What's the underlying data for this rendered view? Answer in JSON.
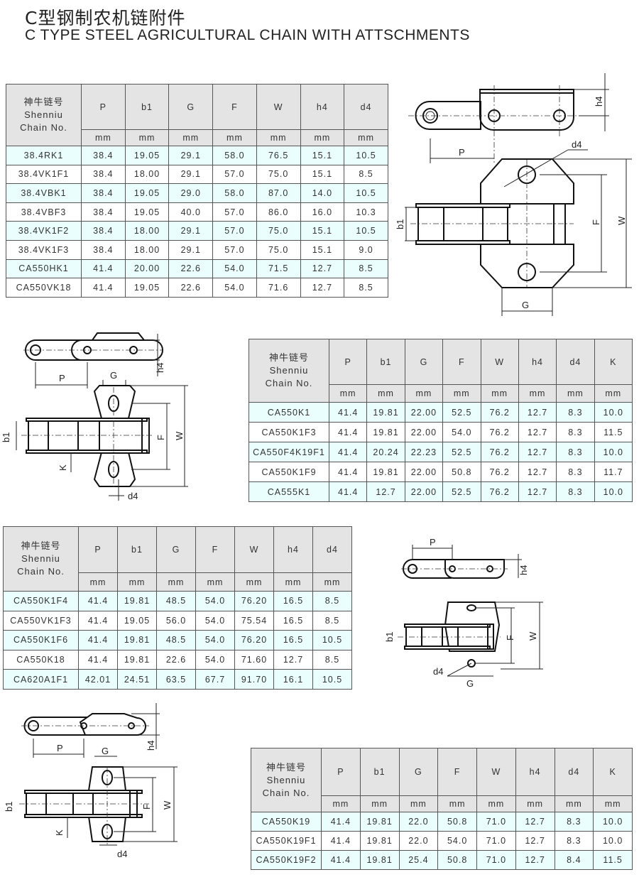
{
  "header": {
    "title_cn": "C型钢制农机链附件",
    "title_en": "C TYPE STEEL AGRICULTURAL CHAIN WITH ATTSCHMENTS"
  },
  "tables": [
    {
      "name_header": [
        "神牛链号",
        "Shenniu",
        "Chain No."
      ],
      "columns": [
        "P",
        "b1",
        "G",
        "F",
        "W",
        "h4",
        "d4"
      ],
      "unit": "mm",
      "rows": [
        [
          "38.4RK1",
          "38.4",
          "19.05",
          "29.1",
          "58.0",
          "76.5",
          "15.1",
          "10.5"
        ],
        [
          "38.4VK1F1",
          "38.4",
          "18.00",
          "29.1",
          "57.0",
          "75.0",
          "15.1",
          "8.5"
        ],
        [
          "38.4VBK1",
          "38.4",
          "19.05",
          "29.0",
          "58.0",
          "87.0",
          "14.0",
          "10.5"
        ],
        [
          "38.4VBF3",
          "38.4",
          "19.05",
          "40.0",
          "57.0",
          "86.0",
          "16.0",
          "10.3"
        ],
        [
          "38.4VK1F2",
          "38.4",
          "18.00",
          "29.1",
          "57.0",
          "75.0",
          "15.1",
          "10.5"
        ],
        [
          "38.4VK1F3",
          "38.4",
          "18.00",
          "29.1",
          "57.0",
          "75.0",
          "15.1",
          "9.0"
        ],
        [
          "CA550HK1",
          "41.4",
          "20.00",
          "22.6",
          "54.0",
          "71.5",
          "12.7",
          "8.5"
        ],
        [
          "CA550VK18",
          "41.4",
          "19.05",
          "22.6",
          "54.0",
          "71.6",
          "12.7",
          "8.5"
        ]
      ]
    },
    {
      "name_header": [
        "神牛链号",
        "Shenniu",
        "Chain No."
      ],
      "columns": [
        "P",
        "b1",
        "G",
        "F",
        "W",
        "h4",
        "d4",
        "K"
      ],
      "unit": "mm",
      "rows": [
        [
          "CA550K1",
          "41.4",
          "19.81",
          "22.00",
          "52.5",
          "76.2",
          "12.7",
          "8.3",
          "10.0"
        ],
        [
          "CA550K1F3",
          "41.4",
          "19.81",
          "22.00",
          "54.0",
          "76.2",
          "12.7",
          "8.3",
          "11.5"
        ],
        [
          "CA550F4K19F1",
          "41.4",
          "20.24",
          "22.23",
          "52.5",
          "76.2",
          "12.7",
          "8.3",
          "10.0"
        ],
        [
          "CA550K1F9",
          "41.4",
          "19.81",
          "22.00",
          "50.8",
          "76.2",
          "12.7",
          "8.3",
          "11.7"
        ],
        [
          "CA555K1",
          "41.4",
          "12.7",
          "22.00",
          "52.5",
          "76.2",
          "12.7",
          "8.3",
          "10.0"
        ]
      ]
    },
    {
      "name_header": [
        "神牛链号",
        "Shenniu",
        "Chain No."
      ],
      "columns": [
        "P",
        "b1",
        "G",
        "F",
        "W",
        "h4",
        "d4"
      ],
      "unit": "mm",
      "rows": [
        [
          "CA550K1F4",
          "41.4",
          "19.81",
          "48.5",
          "54.0",
          "76.20",
          "16.5",
          "8.5"
        ],
        [
          "CA550VK1F3",
          "41.4",
          "19.05",
          "56.0",
          "54.0",
          "75.54",
          "16.5",
          "8.5"
        ],
        [
          "CA550K1F6",
          "41.4",
          "19.81",
          "48.5",
          "54.0",
          "76.20",
          "16.5",
          "10.5"
        ],
        [
          "CA550K18",
          "41.4",
          "19.81",
          "22.6",
          "54.0",
          "71.60",
          "12.7",
          "8.5"
        ],
        [
          "CA620A1F1",
          "42.01",
          "24.51",
          "63.5",
          "67.7",
          "91.70",
          "16.1",
          "10.5"
        ]
      ]
    },
    {
      "name_header": [
        "神牛链号",
        "Shenniu",
        "Chain No."
      ],
      "columns": [
        "P",
        "b1",
        "G",
        "F",
        "W",
        "h4",
        "d4",
        "K"
      ],
      "unit": "mm",
      "rows": [
        [
          "CA550K19",
          "41.4",
          "19.81",
          "22.0",
          "50.8",
          "71.0",
          "12.7",
          "8.3",
          "10.0"
        ],
        [
          "CA550K19F1",
          "41.4",
          "19.81",
          "22.0",
          "54.0",
          "71.0",
          "12.7",
          "8.3",
          "10.0"
        ],
        [
          "CA550K19F2",
          "41.4",
          "19.81",
          "25.4",
          "50.8",
          "71.0",
          "12.7",
          "8.4",
          "11.5"
        ]
      ]
    }
  ],
  "diagram_labels": {
    "P": "P",
    "b1": "b1",
    "G": "G",
    "F": "F",
    "W": "W",
    "h4": "h4",
    "d4": "d4",
    "K": "K"
  }
}
